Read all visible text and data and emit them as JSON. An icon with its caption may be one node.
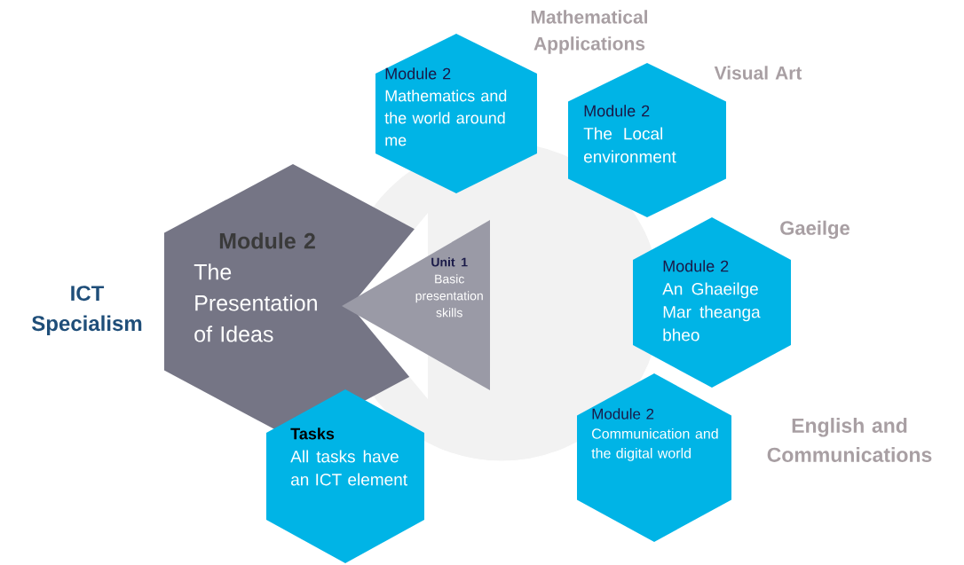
{
  "diagram": {
    "nodes": [
      {
        "text": [
          "Module 2",
          "The Presentation of Ideas"
        ],
        "beside": [
          "ICT Specialism"
        ]
      },
      {
        "text": [
          "Unit 1",
          "Basic presentation skills"
        ]
      },
      {
        "text": [
          "Module 2",
          "Mathematics and the world around me"
        ],
        "beside": [
          "Mathematical Applications"
        ]
      },
      {
        "text": [
          "Module 2",
          "The Local environment"
        ],
        "beside": [
          "Visual Art"
        ]
      },
      {
        "text": [
          "Module 2",
          "An Ghaeilge Mar theanga bheo"
        ],
        "beside": [
          "Gaeilge"
        ]
      },
      {
        "text": [
          "Tasks",
          "All tasks have an ICT element"
        ]
      },
      {
        "text": [
          "Module 2",
          "Communication and the digital world"
        ],
        "beside": [
          "English and Communications"
        ]
      }
    ]
  }
}
